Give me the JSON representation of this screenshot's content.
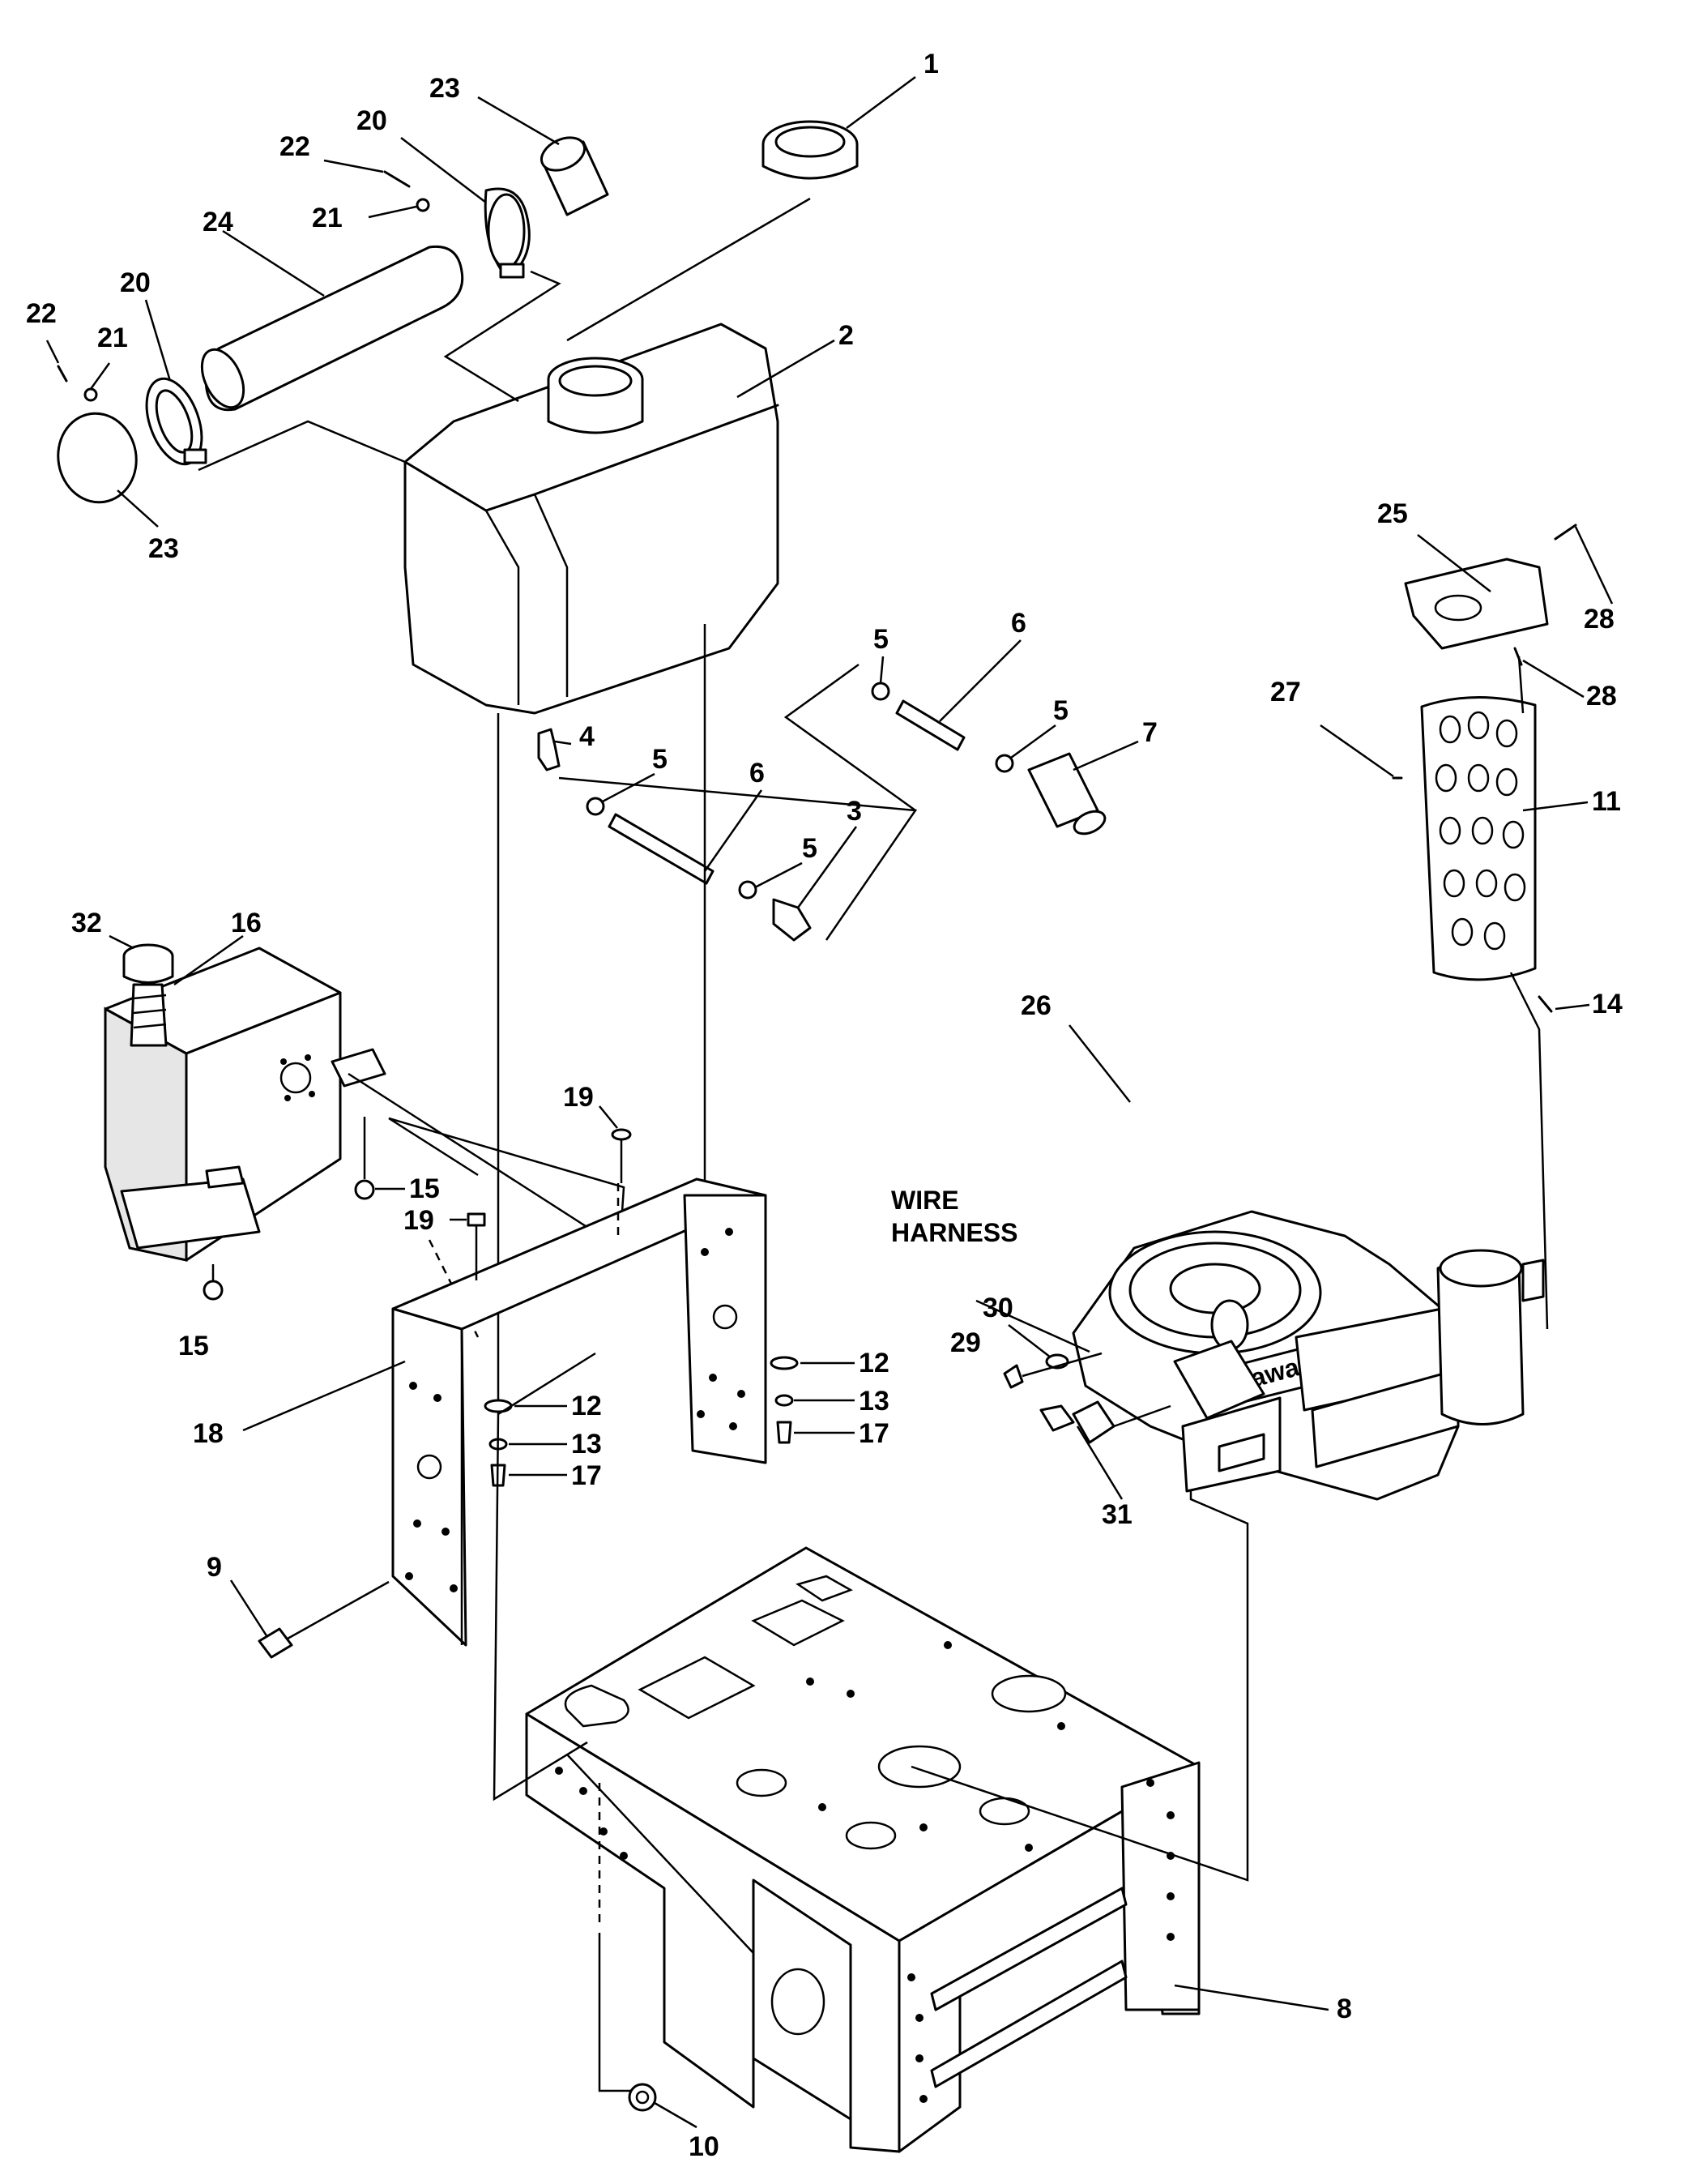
{
  "callouts": {
    "c1": "1",
    "c2": "2",
    "c3": "3",
    "c4": "4",
    "c5a": "5",
    "c5b": "5",
    "c5c": "5",
    "c5d": "5",
    "c6a": "6",
    "c6b": "6",
    "c7": "7",
    "c8": "8",
    "c9": "9",
    "c10": "10",
    "c11": "11",
    "c12a": "12",
    "c12b": "12",
    "c13a": "13",
    "c13b": "13",
    "c14": "14",
    "c15a": "15",
    "c15b": "15",
    "c16": "16",
    "c17a": "17",
    "c17b": "17",
    "c18": "18",
    "c19a": "19",
    "c19b": "19",
    "c20a": "20",
    "c20b": "20",
    "c21a": "21",
    "c21b": "21",
    "c22a": "22",
    "c22b": "22",
    "c23a": "23",
    "c23b": "23",
    "c24": "24",
    "c25": "25",
    "c26": "26",
    "c27": "27",
    "c28a": "28",
    "c28b": "28",
    "c29": "29",
    "c30": "30",
    "c31": "31",
    "c32": "32"
  },
  "wire_harness": {
    "line1": "WIRE",
    "line2": "HARNESS"
  },
  "engine_badge": "Kawasaki FX"
}
